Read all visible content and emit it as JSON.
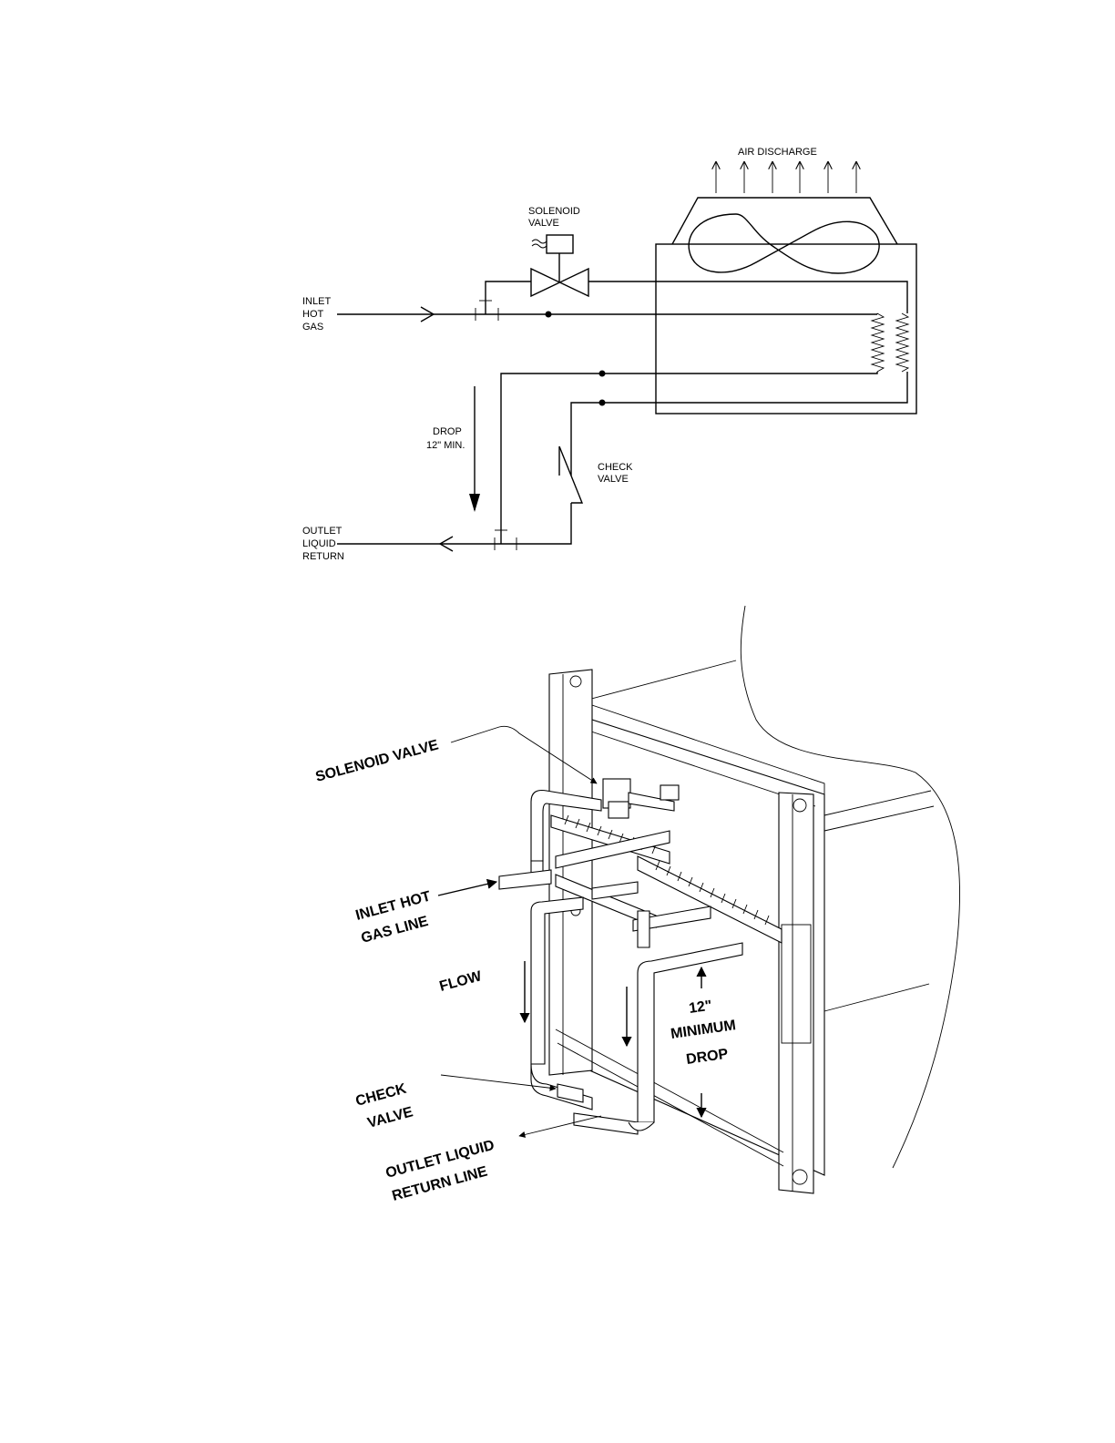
{
  "schematic": {
    "air_discharge": "AIR DISCHARGE",
    "solenoid_valve": [
      "SOLENOID",
      "VALVE"
    ],
    "inlet": [
      "INLET",
      "HOT",
      "GAS"
    ],
    "drop": [
      "DROP",
      "12\"  MIN."
    ],
    "check_valve": [
      "CHECK",
      "VALVE"
    ],
    "outlet": [
      "OUTLET",
      "LIQUID",
      "RETURN"
    ]
  },
  "isometric": {
    "solenoid_valve": "SOLENOID VALVE",
    "inlet": [
      "INLET HOT",
      "GAS LINE"
    ],
    "flow": "FLOW",
    "min_drop": [
      "12\"",
      "MINIMUM",
      "DROP"
    ],
    "check_valve": [
      "CHECK",
      "VALVE"
    ],
    "outlet": [
      "OUTLET LIQUID",
      "RETURN LINE"
    ]
  }
}
